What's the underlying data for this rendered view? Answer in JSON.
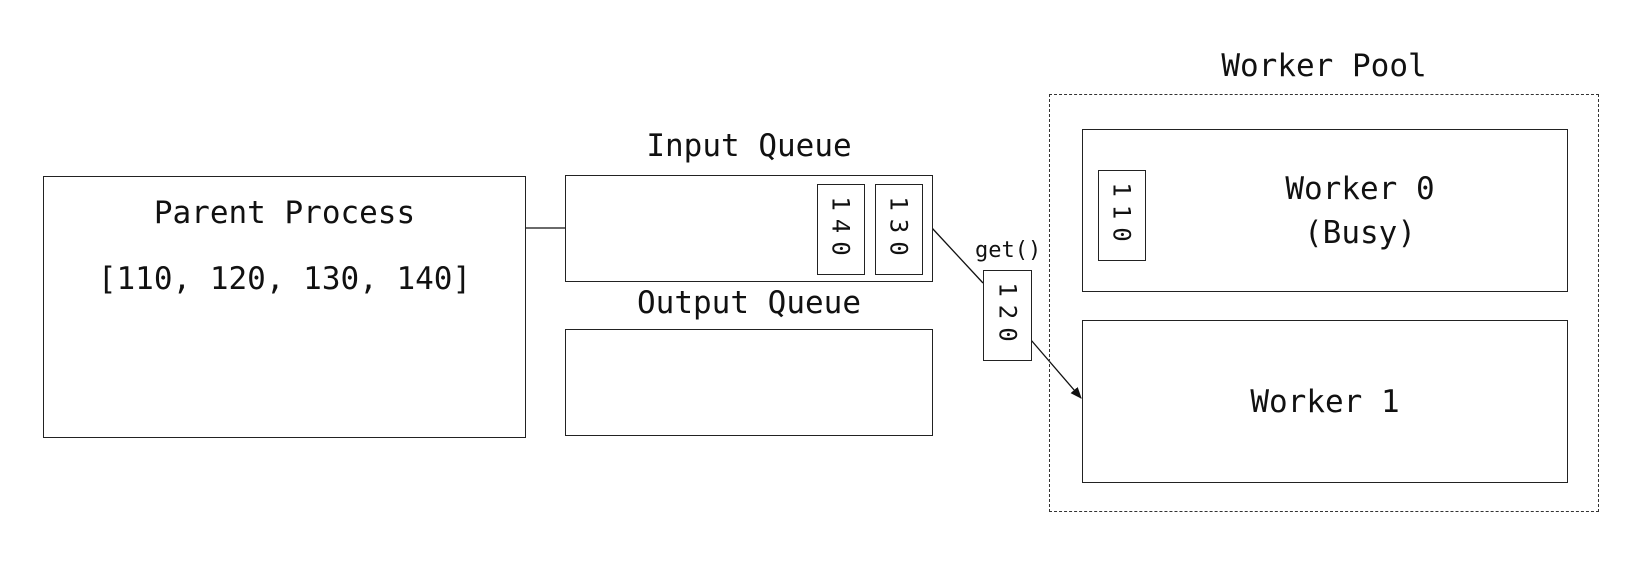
{
  "parent": {
    "title": "Parent Process",
    "list": "[110, 120, 130, 140]"
  },
  "input_queue": {
    "title": "Input Queue",
    "items": [
      "140",
      "130"
    ]
  },
  "output_queue": {
    "title": "Output Queue"
  },
  "transfer": {
    "label": "get()",
    "item": "120"
  },
  "pool": {
    "title": "Worker Pool",
    "workers": [
      {
        "name": "Worker 0",
        "status": "(Busy)",
        "item": "110"
      },
      {
        "name": "Worker 1"
      }
    ]
  }
}
